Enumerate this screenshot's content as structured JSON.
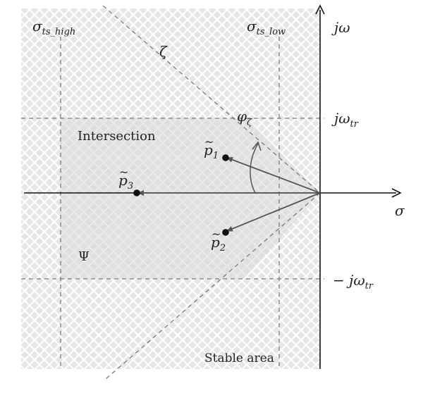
{
  "colors": {
    "background": "#ffffff",
    "hatch_fill": "#e6e6e6",
    "hatch_line": "#ffffff",
    "intersection_fill": "#d9d9d9",
    "axis": "#111111",
    "dashed": "#7a7a7a",
    "vector": "#555555",
    "pole": "#111111"
  },
  "labels": {
    "sigma_ts_high": {
      "base": "σ",
      "sub": "ts_high"
    },
    "sigma_ts_low": {
      "base": "σ",
      "sub": "ts_low"
    },
    "j_omega": "jω",
    "j_omega_tr": {
      "base": "jω",
      "sub": "tr"
    },
    "minus_j_omega_tr": {
      "base": "− jω",
      "sub": "tr"
    },
    "sigma": "σ",
    "zeta": "ζ",
    "phi_zeta": {
      "base": "φ",
      "sub": "ζ"
    },
    "intersection": "Intersection",
    "psi": "Ψ",
    "stable_area": "Stable area",
    "p1": {
      "base": "p",
      "sub": "1",
      "accent": "~"
    },
    "p2": {
      "base": "p",
      "sub": "2",
      "accent": "~"
    },
    "p3": {
      "base": "p",
      "sub": "3",
      "accent": "~"
    }
  }
}
